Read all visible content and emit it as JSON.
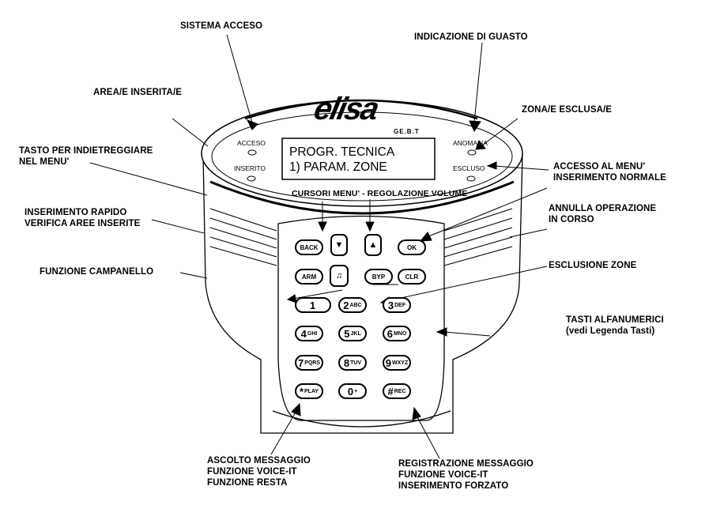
{
  "brand": {
    "logo": "elisa",
    "sub": "GE.B.T"
  },
  "display": {
    "line1": "PROGR. TECNICA",
    "line2": "1) PARAM. ZONE"
  },
  "leds": {
    "acceso": "ACCESO",
    "inserito": "INSERITO",
    "anomalia": "ANOMALIA",
    "escluso": "ESCLUSO"
  },
  "keypad": {
    "back": "BACK",
    "ok": "OK",
    "arm": "ARM",
    "byp": "BYP",
    "clr": "CLR",
    "keys": [
      {
        "main": "1",
        "sub": ""
      },
      {
        "main": "2",
        "sub": "ABC"
      },
      {
        "main": "3",
        "sub": "DEF"
      },
      {
        "main": "4",
        "sub": "GHI"
      },
      {
        "main": "5",
        "sub": "JKL"
      },
      {
        "main": "6",
        "sub": "MNO"
      },
      {
        "main": "7",
        "sub": "PQRS"
      },
      {
        "main": "8",
        "sub": "TUV"
      },
      {
        "main": "9",
        "sub": "WXYZ"
      },
      {
        "main": "*",
        "sub": "PLAY"
      },
      {
        "main": "0",
        "sub": "+"
      },
      {
        "main": "#",
        "sub": "REC"
      }
    ]
  },
  "callouts": {
    "sistema_acceso": [
      "SISTEMA ACCESO"
    ],
    "indicazione_guasto": [
      "INDICAZIONE DI GUASTO"
    ],
    "area_inserita": [
      "AREA/E INSERITA/E"
    ],
    "zona_esclusa": [
      "ZONA/E ESCLUSA/E"
    ],
    "tasto_indietro": [
      "TASTO PER INDIETREGGIARE",
      "NEL MENU'"
    ],
    "accesso_menu": [
      "ACCESSO AL MENU'",
      "INSERIMENTO NORMALE"
    ],
    "cursori": [
      "CURSORI MENU' - REGOLAZIONE VOLUME"
    ],
    "inserimento_rapido": [
      "INSERIMENTO RAPIDO",
      "VERIFICA AREE INSERITE"
    ],
    "annulla": [
      "ANNULLA OPERAZIONE",
      "IN CORSO"
    ],
    "campanello": [
      "FUNZIONE CAMPANELLO"
    ],
    "esclusione_zone": [
      "ESCLUSIONE ZONE"
    ],
    "tasti_alfa": [
      "TASTI ALFANUMERICI",
      "(vedi Legenda Tasti)"
    ],
    "ascolto": [
      "ASCOLTO MESSAGGIO",
      "FUNZIONE VOICE-IT",
      "FUNZIONE RESTA"
    ],
    "registrazione": [
      "REGISTRAZIONE MESSAGGIO",
      "FUNZIONE VOICE-IT",
      "INSERIMENTO FORZATO"
    ]
  }
}
